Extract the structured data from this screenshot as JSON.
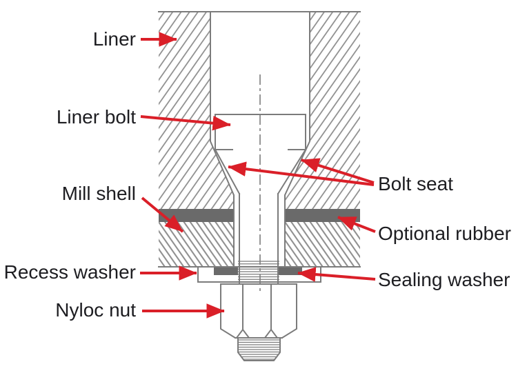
{
  "diagram": {
    "type": "technical_cross_section",
    "callouts": {
      "liner": "Liner",
      "liner_bolt": "Liner bolt",
      "mill_shell": "Mill shell",
      "recess_washer": "Recess washer",
      "nyloc_nut": "Nyloc nut",
      "bolt_seat": "Bolt seat",
      "optional_rubber": "Optional rubber",
      "sealing_washer": "Sealing washer"
    },
    "colors": {
      "line": "#7b7b7b",
      "hatch": "#8a8a8a",
      "rubber": "#6a6a6a",
      "arrow": "#da1f28",
      "text": "#1d1d21",
      "background": "#ffffff"
    }
  }
}
